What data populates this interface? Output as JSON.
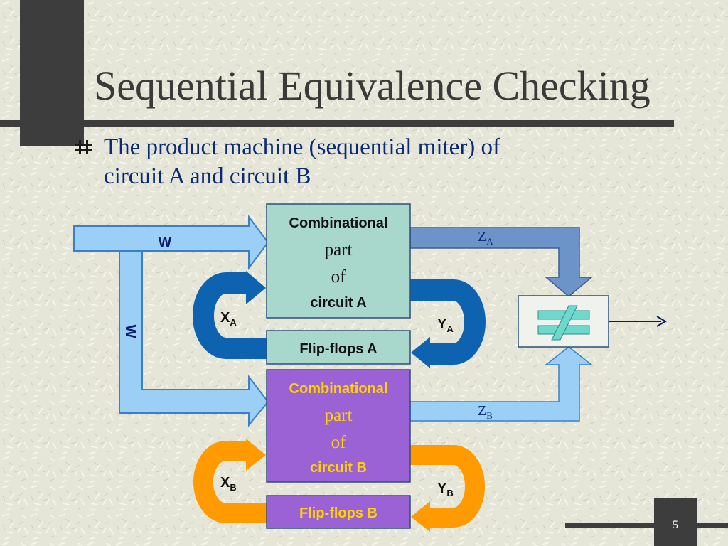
{
  "slide": {
    "title": "Sequential Equivalence Checking",
    "bullet_line1": "The product machine (sequential miter) of",
    "bullet_line2": "circuit A and circuit B",
    "page_number": "5"
  },
  "diagram": {
    "input_label_top": "W",
    "input_label_side": "W",
    "block_a": {
      "line1": "Combinational",
      "line2": "part",
      "line3": "of",
      "line4": "circuit A"
    },
    "flipflops_a": "Flip-flops A",
    "block_b": {
      "line1": "Combinational",
      "line2": "part",
      "line3": "of",
      "line4": "circuit B"
    },
    "flipflops_b": "Flip-flops B",
    "xa": {
      "main": "X",
      "sub": "A"
    },
    "ya": {
      "main": "Y",
      "sub": "A"
    },
    "xb": {
      "main": "X",
      "sub": "B"
    },
    "yb": {
      "main": "Y",
      "sub": "B"
    },
    "za": {
      "main": "Z",
      "sub": "A"
    },
    "zb": {
      "main": "Z",
      "sub": "B"
    },
    "comparator": "not-equal symbol"
  },
  "colors": {
    "background": "#e6e6d8",
    "title": "#3a3a3a",
    "bullet_text": "#0a2a78",
    "w_arrow": "#9ccff5",
    "za_arrow": "#6d94c8",
    "feedback_a": "#0d63b0",
    "feedback_b": "#ff9a00",
    "block_a_fill": "#a8d8cc",
    "block_b_fill": "#9b62d6",
    "block_b_text": "#ffd200",
    "neq_fill": "#6fd8cc"
  }
}
